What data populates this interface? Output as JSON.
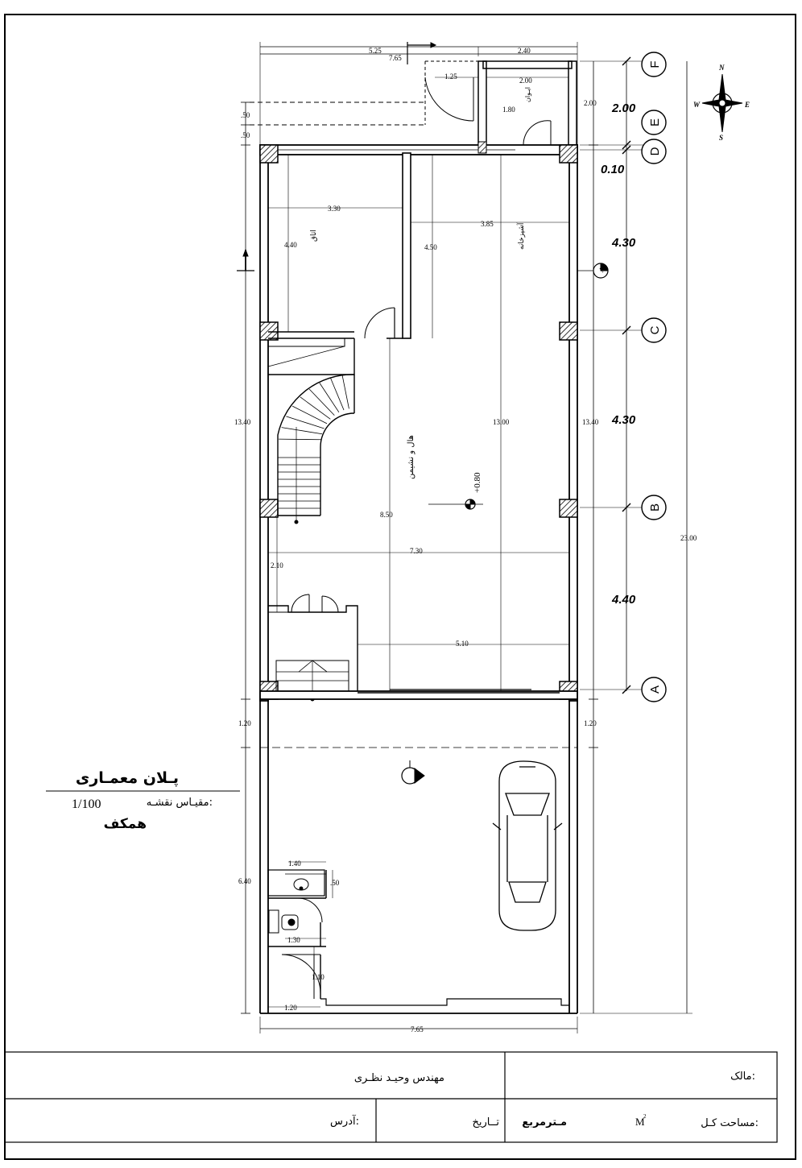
{
  "title_block": {
    "title": "پـلان معمـاری",
    "scale_label": "مقیـاس نقشـه:",
    "scale_value": "1/100",
    "floor": "همکف"
  },
  "table": {
    "owner_label": "مالک:",
    "engineer": "مهندس وحیـد نظـری",
    "area_label": "مساحت کـل:",
    "area_unit": "M",
    "area_sup": "2",
    "area_unit_fa": "مـترمربع",
    "date_label": "تــاریخ",
    "address_label": "آدرس:"
  },
  "axes": [
    {
      "id": "F",
      "label": "F"
    },
    {
      "id": "E",
      "label": "E"
    },
    {
      "id": "D",
      "label": "D"
    },
    {
      "id": "C",
      "label": "C"
    },
    {
      "id": "B",
      "label": "B"
    },
    {
      "id": "A",
      "label": "A"
    }
  ],
  "axis_spacings": [
    "2.00",
    "0.10",
    "4.30",
    "4.30",
    "4.40"
  ],
  "dims": {
    "top_total": "7.65",
    "top_left": "5.25",
    "top_right": "2.40",
    "gate": "1.25",
    "porch_w": "2.00",
    "porch_h": "1.80",
    "left_050a": ".50",
    "left_050b": ".50",
    "right_200": "2.00",
    "bed_w": "3.30",
    "bed_h": "4.40",
    "kitchen_w": "3.85",
    "kitchen_h": "4.50",
    "hall_13": "13.00",
    "left_1340": "13.40",
    "right_1340": "13.40",
    "hall_850": "8.50",
    "hall_730": "7.30",
    "left_210": "2.10",
    "hall_510": "5.10",
    "total_23": "23.00",
    "left_120": "1.20",
    "right_120": "1.20",
    "left_640": "6.40",
    "wc_140": "1.40",
    "wc_050": ".50",
    "wc_130": "1.30",
    "wc_110": "1.10",
    "wc_120b": "1.20",
    "bottom_total": "7.65",
    "level": "+0.80"
  },
  "rooms": {
    "bedroom": "اتاق",
    "kitchen": "آشپزخانه",
    "hall": "هال و نشیمن",
    "porch": "ایـوان"
  },
  "compass": {
    "n": "N",
    "s": "S",
    "e": "E",
    "w": "W"
  },
  "section_mark": "A"
}
